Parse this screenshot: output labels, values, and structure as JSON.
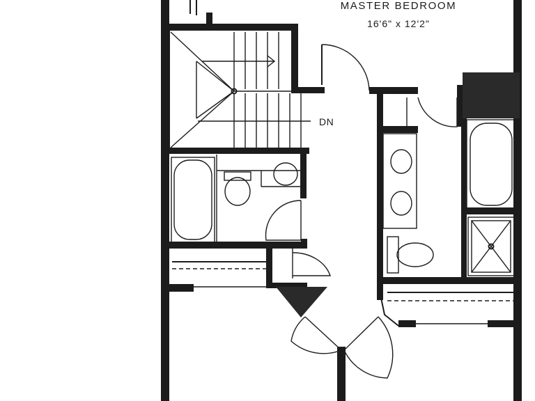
{
  "rooms": {
    "master_bedroom": {
      "name": "MASTER BEDROOM",
      "dimensions": "16'6\" x 12'2\""
    }
  },
  "stairs": {
    "direction_label": "DN"
  },
  "colors": {
    "line": "#1c1c1c",
    "background": "#ffffff",
    "hatch": "#2a2a2a"
  }
}
